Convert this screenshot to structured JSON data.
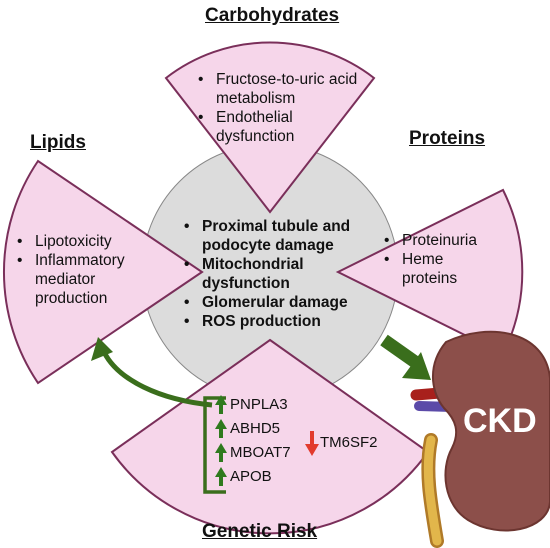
{
  "titles": {
    "carbohydrates": "Carbohydrates",
    "lipids": "Lipids",
    "proteins": "Proteins",
    "genetic_risk": "Genetic Risk"
  },
  "carbohydrates_items": [
    "Fructose-to-uric acid metabolism",
    "Endothelial dysfunction"
  ],
  "lipids_items": [
    "Lipotoxicity",
    "Inflammatory mediator production"
  ],
  "proteins_items": [
    "Proteinuria",
    "Heme proteins"
  ],
  "center_items": [
    "Proximal tubule and podocyte damage",
    "Mitochondrial dysfunction",
    "Glomerular damage",
    "ROS production"
  ],
  "genes_up": [
    "PNPLA3",
    "ABHD5",
    "MBOAT7",
    "APOB"
  ],
  "gene_down": "TM6SF2",
  "kidney_label": "CKD",
  "colors": {
    "wedge_fill": "#f6d6ea",
    "wedge_stroke": "#7a2f5a",
    "circle_fill": "#dcdcdc",
    "arrow_green": "#3a6e1c",
    "gene_arrow": "#2f7a1e",
    "down_arrow": "#e23b2e",
    "kidney": "#8c4f4a"
  }
}
